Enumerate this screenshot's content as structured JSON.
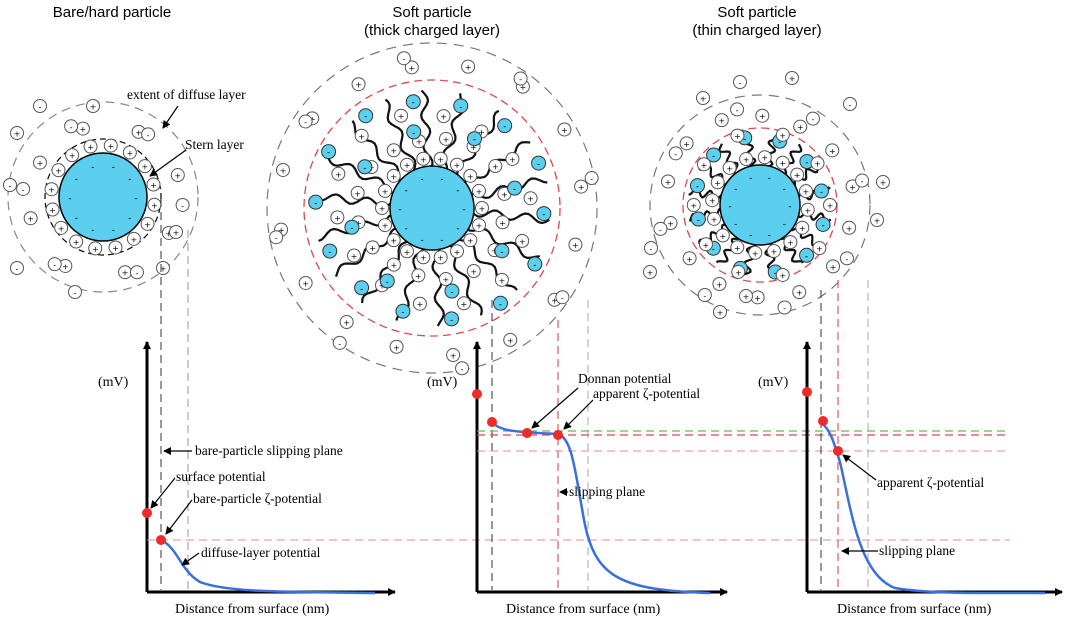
{
  "panels": {
    "bare": {
      "title": "Bare/hard particle",
      "annot": {
        "diffuse_extent": "extent of diffuse layer",
        "stern": "Stern layer",
        "slipping_plane": "bare-particle slipping plane",
        "surface_potential": "surface potential",
        "zeta": "bare-particle ζ-potential",
        "diffuse_potential": "diffuse-layer potential"
      }
    },
    "thick": {
      "title_line1": "Soft particle",
      "title_line2": "(thick charged layer)",
      "annot": {
        "donnan": "Donnan potential",
        "apparent_zeta": "apparent ζ-potential",
        "slipping_plane": "slipping plane"
      }
    },
    "thin": {
      "title_line1": "Soft particle",
      "title_line2": "(thin charged layer)",
      "annot": {
        "apparent_zeta": "apparent ζ-potential",
        "slipping_plane": "slipping plane"
      }
    }
  },
  "axis": {
    "y_unit": "(mV)",
    "x_label": "Distance from surface (nm)"
  },
  "symbols": {
    "plus": "+",
    "minus": "-"
  },
  "colors": {
    "core": "#5ccfee",
    "curve": "#3a6fe0",
    "marker": "#ee2a2a",
    "dashed_red": "#e0474c",
    "dashed_green": "#5cbf4a",
    "guide": "#777777"
  }
}
